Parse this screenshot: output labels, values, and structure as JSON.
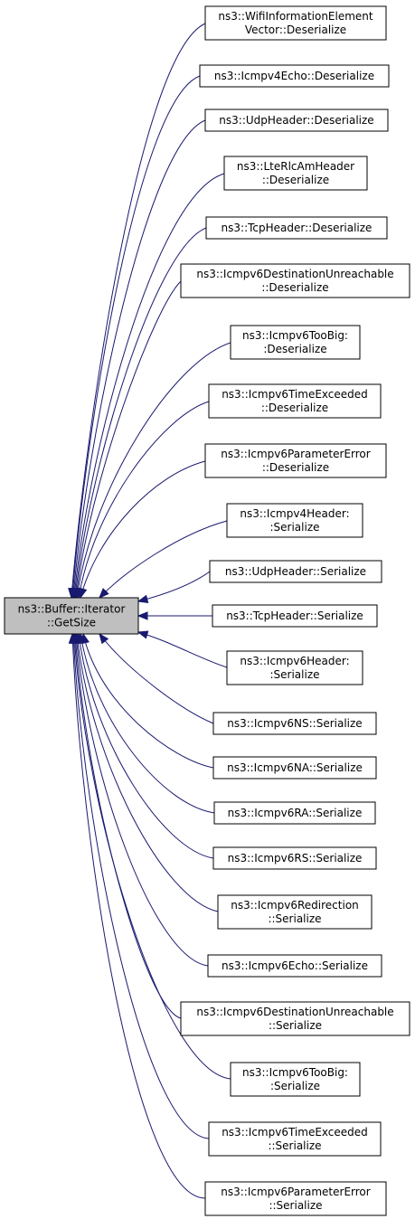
{
  "root": {
    "lines": [
      "ns3::Buffer::Iterator",
      "::GetSize"
    ]
  },
  "callers": [
    {
      "lines": [
        "ns3::WifiInformationElement",
        "Vector::Deserialize"
      ]
    },
    {
      "lines": [
        "ns3::Icmpv4Echo::Deserialize"
      ]
    },
    {
      "lines": [
        "ns3::UdpHeader::Deserialize"
      ]
    },
    {
      "lines": [
        "ns3::LteRlcAmHeader",
        "::Deserialize"
      ]
    },
    {
      "lines": [
        "ns3::TcpHeader::Deserialize"
      ]
    },
    {
      "lines": [
        "ns3::Icmpv6DestinationUnreachable",
        "::Deserialize"
      ]
    },
    {
      "lines": [
        "ns3::Icmpv6TooBig:",
        ":Deserialize"
      ]
    },
    {
      "lines": [
        "ns3::Icmpv6TimeExceeded",
        "::Deserialize"
      ]
    },
    {
      "lines": [
        "ns3::Icmpv6ParameterError",
        "::Deserialize"
      ]
    },
    {
      "lines": [
        "ns3::Icmpv4Header:",
        ":Serialize"
      ]
    },
    {
      "lines": [
        "ns3::UdpHeader::Serialize"
      ]
    },
    {
      "lines": [
        "ns3::TcpHeader::Serialize"
      ]
    },
    {
      "lines": [
        "ns3::Icmpv6Header:",
        ":Serialize"
      ]
    },
    {
      "lines": [
        "ns3::Icmpv6NS::Serialize"
      ]
    },
    {
      "lines": [
        "ns3::Icmpv6NA::Serialize"
      ]
    },
    {
      "lines": [
        "ns3::Icmpv6RA::Serialize"
      ]
    },
    {
      "lines": [
        "ns3::Icmpv6RS::Serialize"
      ]
    },
    {
      "lines": [
        "ns3::Icmpv6Redirection",
        "::Serialize"
      ]
    },
    {
      "lines": [
        "ns3::Icmpv6Echo::Serialize"
      ]
    },
    {
      "lines": [
        "ns3::Icmpv6DestinationUnreachable",
        "::Serialize"
      ]
    },
    {
      "lines": [
        "ns3::Icmpv6TooBig:",
        ":Serialize"
      ]
    },
    {
      "lines": [
        "ns3::Icmpv6TimeExceeded",
        "::Serialize"
      ]
    },
    {
      "lines": [
        "ns3::Icmpv6ParameterError",
        "::Serialize"
      ]
    }
  ]
}
